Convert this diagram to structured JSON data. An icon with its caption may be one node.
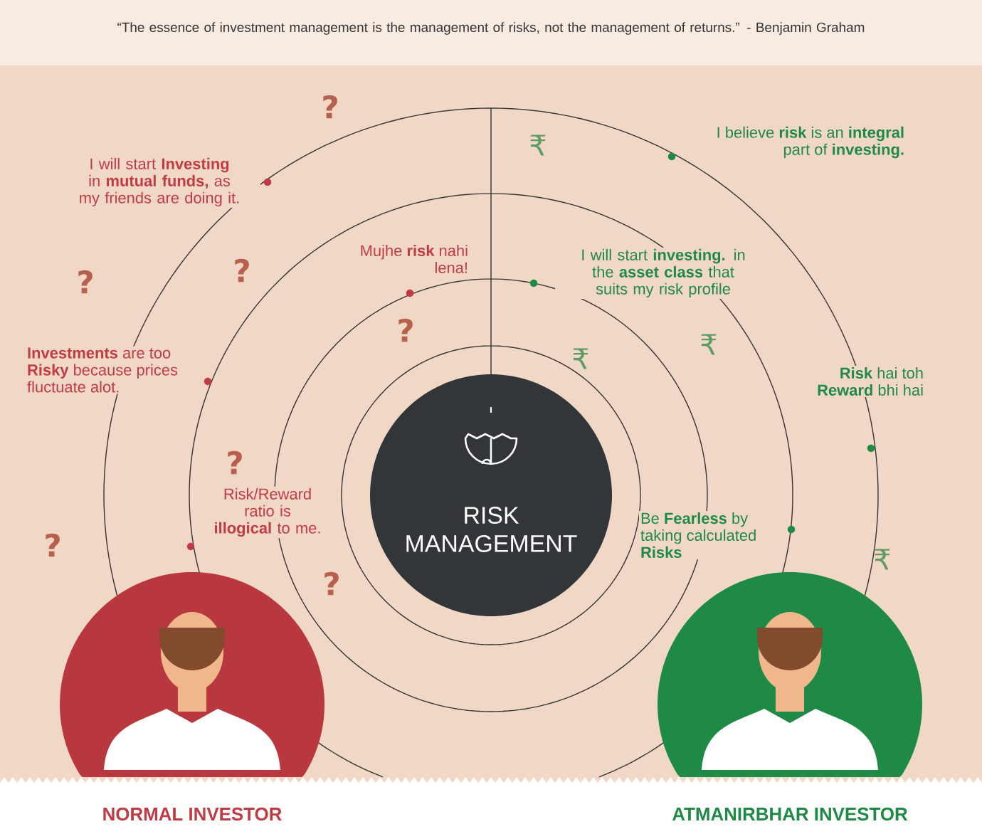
{
  "diagram": {
    "title": "“The essence of investment management is the management of risks, not the management of returns.” - Benjamin Graham",
    "nodes": [
      {
        "text": [
          "RISK MANAGEMENT"
        ]
      },
      {
        "text": [
          "NORMAL INVESTOR"
        ]
      },
      {
        "text": [
          "ATMANIRBHAR INVESTOR"
        ]
      }
    ],
    "labels": [
      "?",
      "I will start **Investing** in **mutual funds,** as my friends are doing it.",
      "I believe **risk** is an **integral** part of **investing.**",
      "₹",
      "Mujhe **risk** nahi lena!",
      "I will start **investing.** in the **asset class** that suits my risk profile",
      "?",
      "?",
      "₹",
      "₹",
      "?",
      "**Investments** are too **Risky** because prices fluctuate alot.",
      "**Risk** hai toh **Reward** bhi hai",
      "?",
      "Risk/Reward ratio is **illogical** to me.",
      "Be **Fearless** by taking calculated **Risks**",
      "?",
      "₹",
      "?"
    ]
  }
}
